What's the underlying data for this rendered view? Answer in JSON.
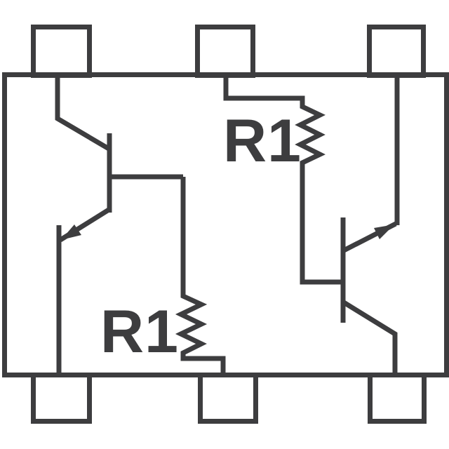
{
  "schematic": {
    "type": "dual-digital-transistor-package",
    "background_color": "#ffffff",
    "line_color": "#3d3d3f",
    "labels": {
      "left_resistor": "R1",
      "right_resistor": "R1"
    },
    "pins": [
      "top-left",
      "top-center",
      "top-right",
      "bottom-left",
      "bottom-center",
      "bottom-right"
    ],
    "components": {
      "transistors": [
        "npn-transistor-left-emitter-down",
        "npn-transistor-right-emitter-up"
      ],
      "resistors": [
        "base-resistor-left",
        "base-resistor-right"
      ]
    }
  }
}
